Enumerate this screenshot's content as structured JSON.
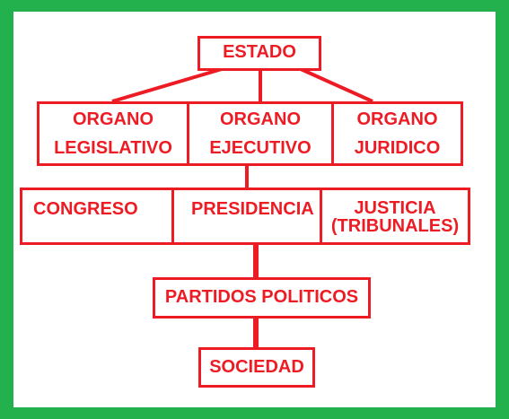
{
  "diagram": {
    "colors": {
      "frame": "#22b14c",
      "primary": "#ed1c24",
      "background": "#ffffff"
    },
    "nodes": {
      "estado": "ESTADO",
      "organo_legislativo": [
        "ORGANO",
        "LEGISLATIVO"
      ],
      "organo_ejecutivo": [
        "ORGANO",
        "EJECUTIVO"
      ],
      "organo_juridico": [
        "ORGANO",
        "JURIDICO"
      ],
      "congreso": "CONGRESO",
      "presidencia": "PRESIDENCIA",
      "justicia": [
        "JUSTICIA",
        "(TRIBUNALES)"
      ],
      "partidos_politicos": "PARTIDOS POLITICOS",
      "sociedad": "SOCIEDAD"
    },
    "edges": [
      [
        "estado",
        "organo_legislativo"
      ],
      [
        "estado",
        "organo_ejecutivo"
      ],
      [
        "estado",
        "organo_juridico"
      ],
      [
        "organo_ejecutivo",
        "presidencia"
      ],
      [
        "presidencia",
        "partidos_politicos"
      ],
      [
        "partidos_politicos",
        "sociedad"
      ]
    ]
  }
}
